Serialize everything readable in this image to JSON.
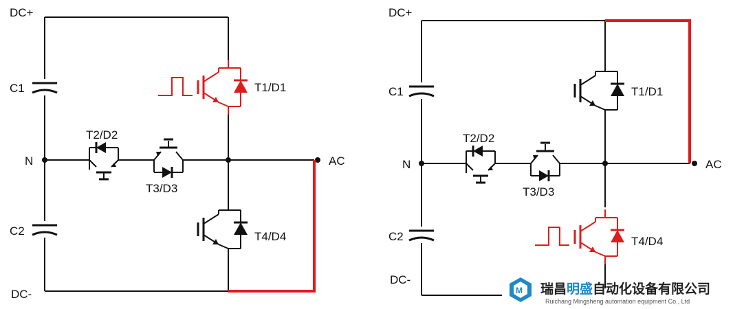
{
  "left_circuit": {
    "dc_plus": "DC+",
    "dc_minus": "DC-",
    "c1": "C1",
    "c2": "C2",
    "n": "N",
    "ac": "AC",
    "t1": "T1/D1",
    "t2": "T2/D2",
    "t3": "T3/D3",
    "t4": "T4/D4"
  },
  "right_circuit": {
    "dc_plus": "DC+",
    "dc_minus": "DC-",
    "c1": "C1",
    "c2": "C2",
    "n": "N",
    "ac": "AC",
    "t1": "T1/D1",
    "t2": "T2/D2",
    "t3": "T3/D3",
    "t4": "T4/D4"
  },
  "watermark": {
    "name_part1": "瑞昌",
    "name_highlight": "明盛",
    "name_part2": "自动化设备有限公司",
    "english": "Ruichang Mingsheng automation equipment Co., Ltd"
  },
  "colors": {
    "wire": "#111111",
    "active_path": "#e01b1b",
    "logo": "#1e88c8"
  }
}
